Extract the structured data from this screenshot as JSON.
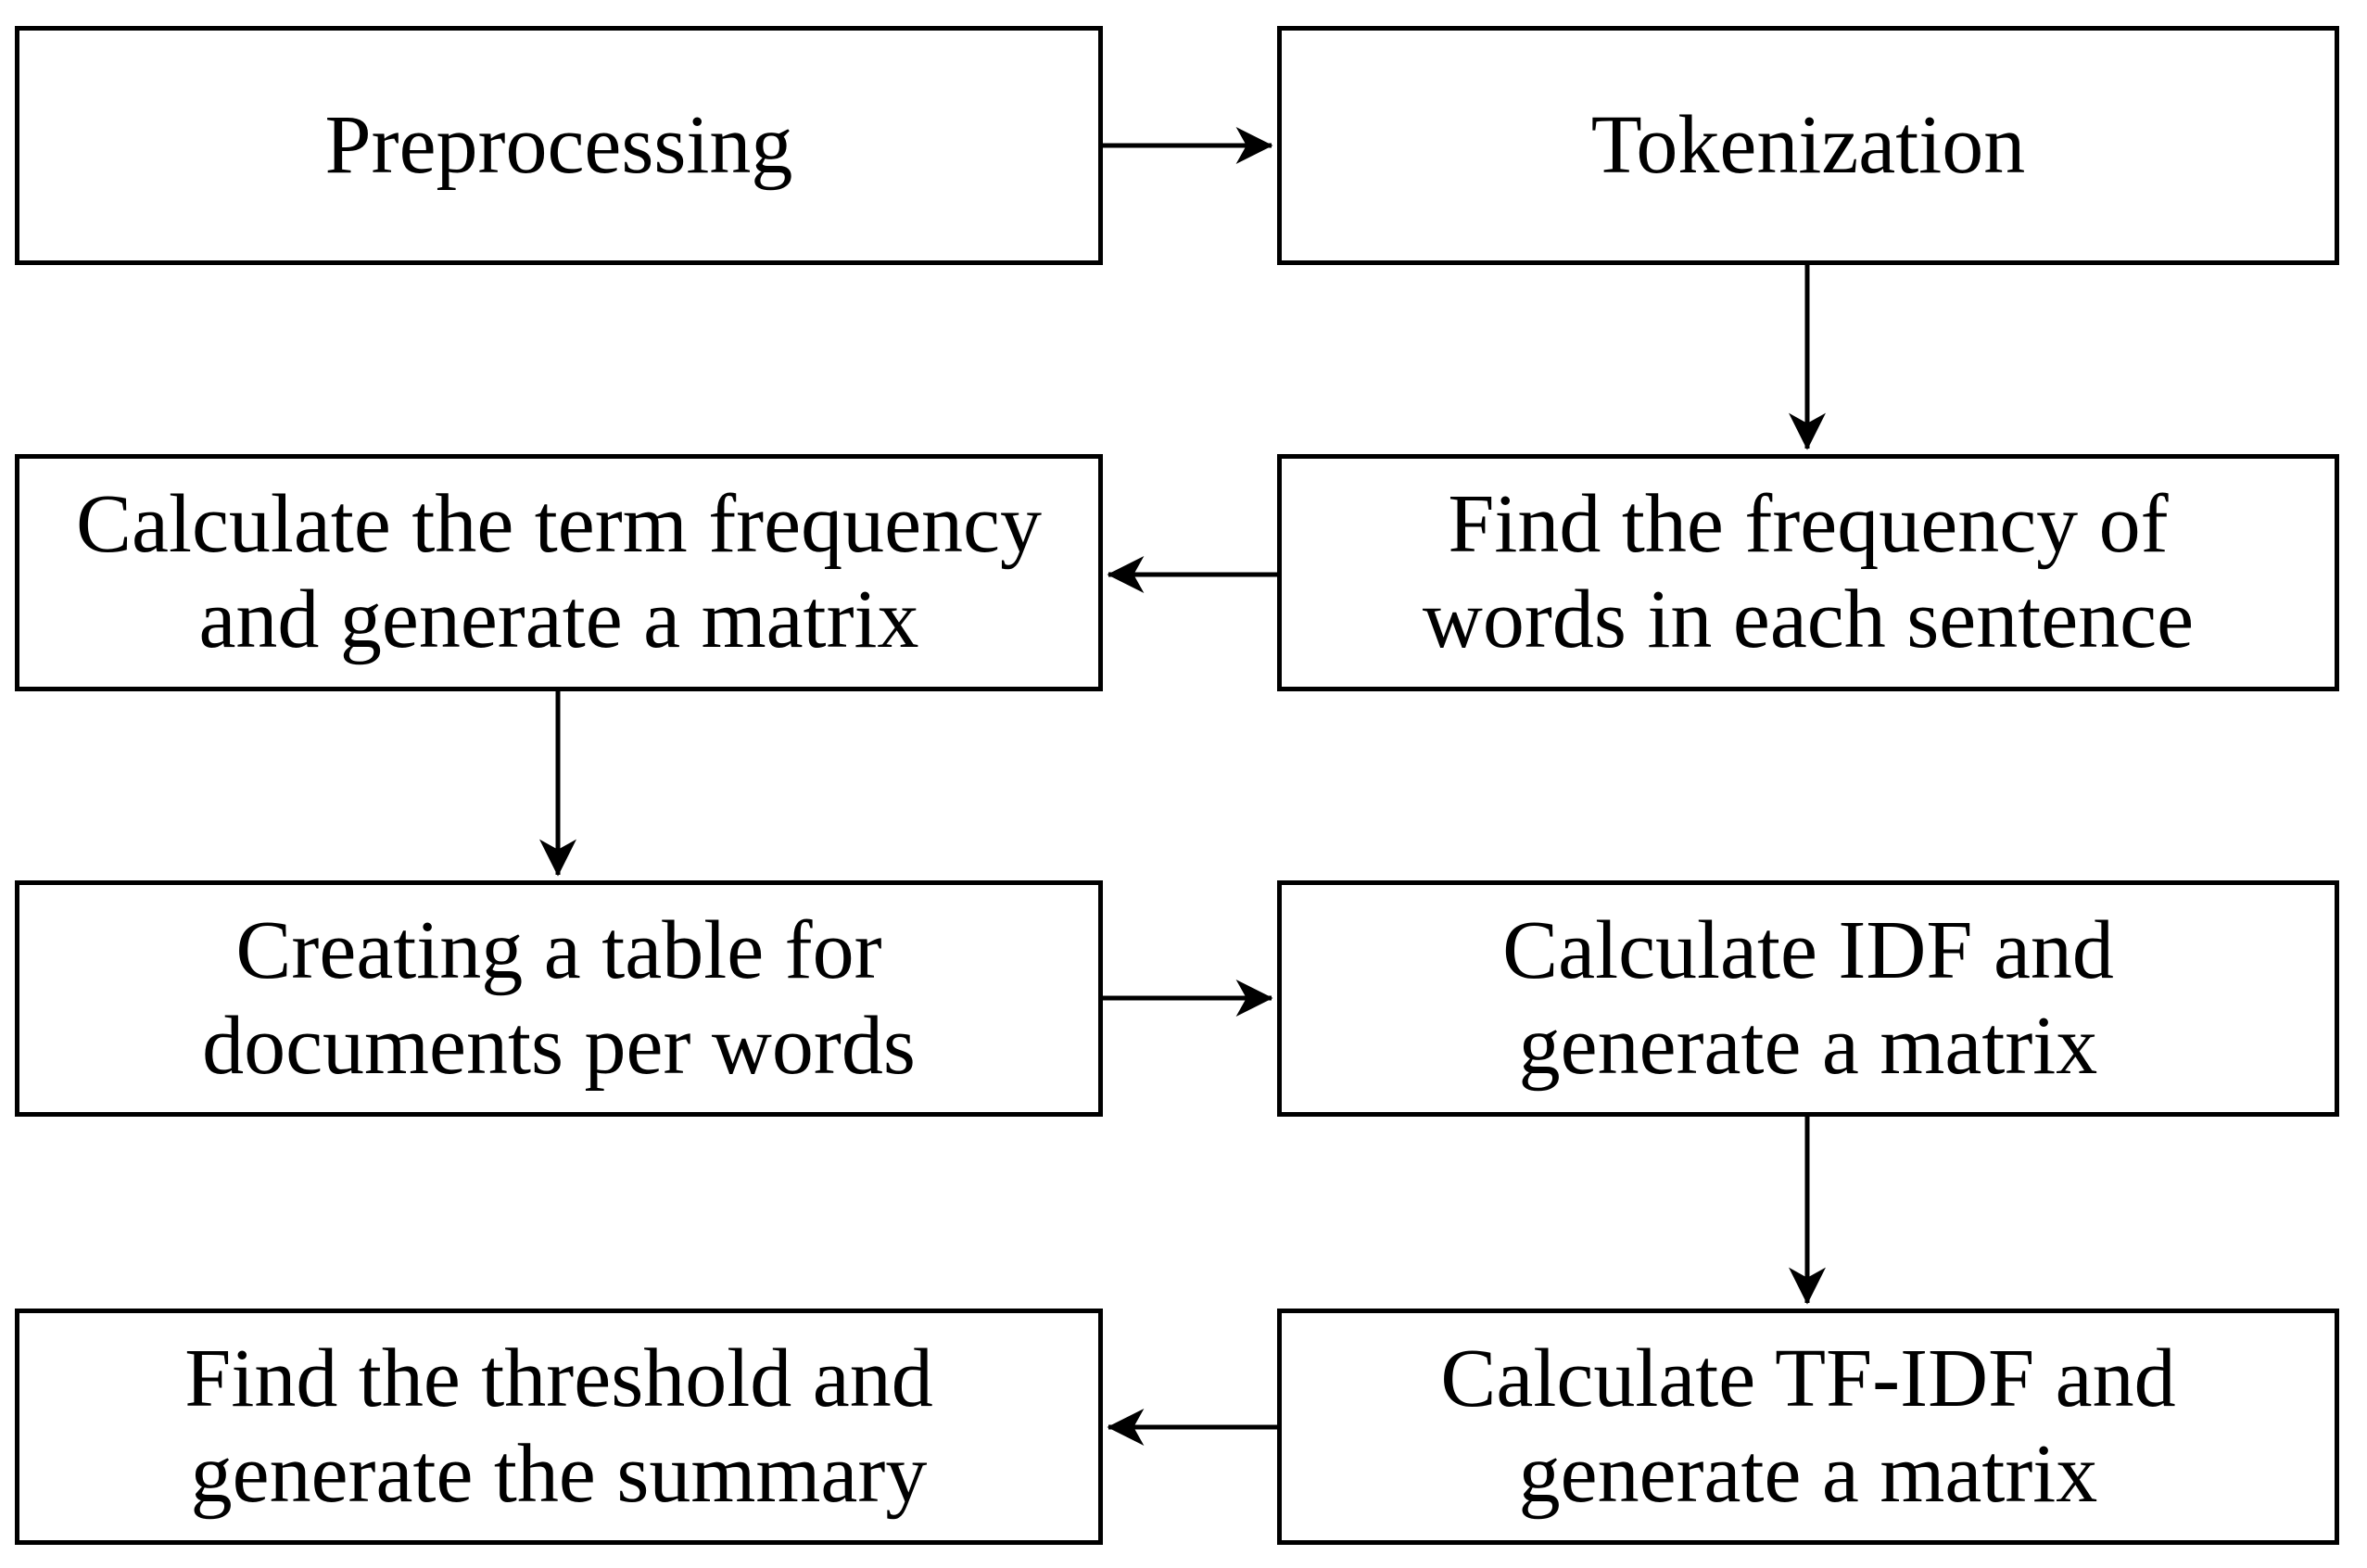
{
  "diagram": {
    "background_color": "#ffffff",
    "box_fill_color": "#ffffff",
    "box_border_color": "#000000",
    "text_color": "#000000",
    "nodes": [
      {
        "id": "preprocessing",
        "label": "Preprocessing",
        "lines": [
          "Preprocessing"
        ]
      },
      {
        "id": "tokenization",
        "label": "Tokenization",
        "lines": [
          "Tokenization"
        ]
      },
      {
        "id": "find-word-frequency",
        "label": "Find the frequency of words in each sentence",
        "lines": [
          "Find the frequency of",
          "words in each sentence"
        ]
      },
      {
        "id": "term-frequency-matrix",
        "label": "Calculate the term frequency and generate a matrix",
        "lines": [
          "Calculate the term frequency",
          "and generate a matrix"
        ]
      },
      {
        "id": "documents-per-words-table",
        "label": "Creating a table for documents per words",
        "lines": [
          "Creating a table for",
          "documents per words"
        ]
      },
      {
        "id": "idf-matrix",
        "label": "Calculate IDF and generate a matrix",
        "lines": [
          "Calculate IDF and",
          "generate a matrix"
        ]
      },
      {
        "id": "tf-idf-matrix",
        "label": "Calculate TF-IDF and generate a matrix",
        "lines": [
          "Calculate TF-IDF and",
          "generate a matrix"
        ]
      },
      {
        "id": "threshold-summary",
        "label": "Find the threshold and generate the summary",
        "lines": [
          "Find the threshold and",
          "generate the summary"
        ]
      }
    ],
    "edges": [
      {
        "from": "preprocessing",
        "to": "tokenization",
        "direction": "right"
      },
      {
        "from": "tokenization",
        "to": "find-word-frequency",
        "direction": "down"
      },
      {
        "from": "find-word-frequency",
        "to": "term-frequency-matrix",
        "direction": "left"
      },
      {
        "from": "term-frequency-matrix",
        "to": "documents-per-words-table",
        "direction": "down"
      },
      {
        "from": "documents-per-words-table",
        "to": "idf-matrix",
        "direction": "right"
      },
      {
        "from": "idf-matrix",
        "to": "tf-idf-matrix",
        "direction": "down"
      },
      {
        "from": "tf-idf-matrix",
        "to": "threshold-summary",
        "direction": "left"
      }
    ]
  }
}
